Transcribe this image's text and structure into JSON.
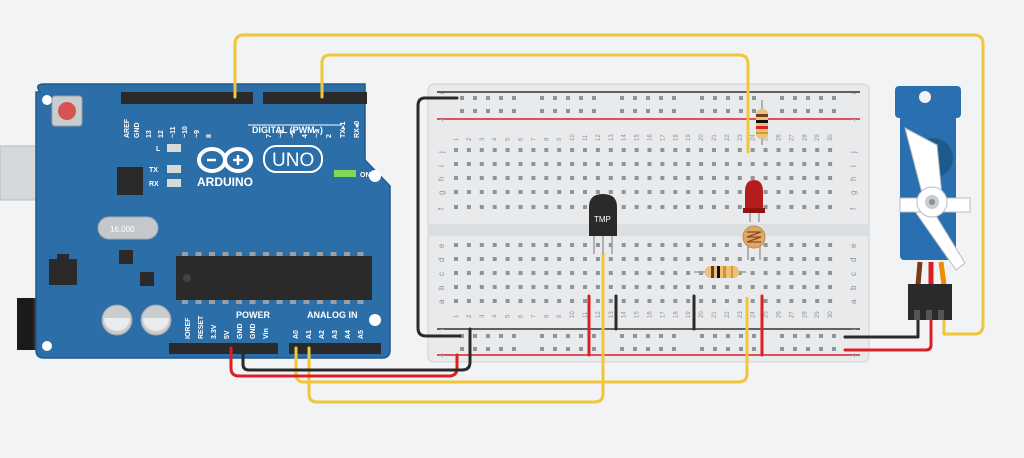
{
  "arduino": {
    "brand": "ARDUINO",
    "model": "UNO",
    "digital_label": "DIGITAL (PWM~)",
    "power_label": "POWER",
    "analog_label": "ANALOG IN",
    "on_label": "ON",
    "led_labels": [
      "L",
      "TX",
      "RX"
    ],
    "crystal_label": "16.000",
    "digital_pins": [
      "AREF",
      "GND",
      "13",
      "12",
      "~11",
      "~10",
      "~9",
      "8",
      "7",
      "~6",
      "~5",
      "4",
      "~3",
      "2",
      "TX▸1",
      "RX◂0"
    ],
    "power_pins": [
      "IOREF",
      "RESET",
      "3.3V",
      "5V",
      "GND",
      "GND",
      "Vin"
    ],
    "analog_pins": [
      "A0",
      "A1",
      "A2",
      "A3",
      "A4",
      "A5"
    ]
  },
  "breadboard": {
    "columns": [
      "1",
      "2",
      "3",
      "4",
      "5",
      "6",
      "7",
      "8",
      "9",
      "10",
      "11",
      "12",
      "13",
      "14",
      "15",
      "16",
      "17",
      "18",
      "19",
      "20",
      "21",
      "22",
      "23",
      "24",
      "25",
      "26",
      "27",
      "28",
      "29",
      "30"
    ],
    "rows_top": [
      "j",
      "i",
      "h",
      "g",
      "f"
    ],
    "rows_bottom": [
      "e",
      "d",
      "c",
      "b",
      "a"
    ],
    "rail_plus": "+",
    "rail_minus": "−"
  },
  "components": {
    "temp_sensor_label": "TMP"
  },
  "colors": {
    "board": "#2b6ea8",
    "wire_yellow": "#f0c63a",
    "wire_red": "#d92025",
    "wire_black": "#2a2a2a",
    "servo_body": "#2a6fb0"
  }
}
